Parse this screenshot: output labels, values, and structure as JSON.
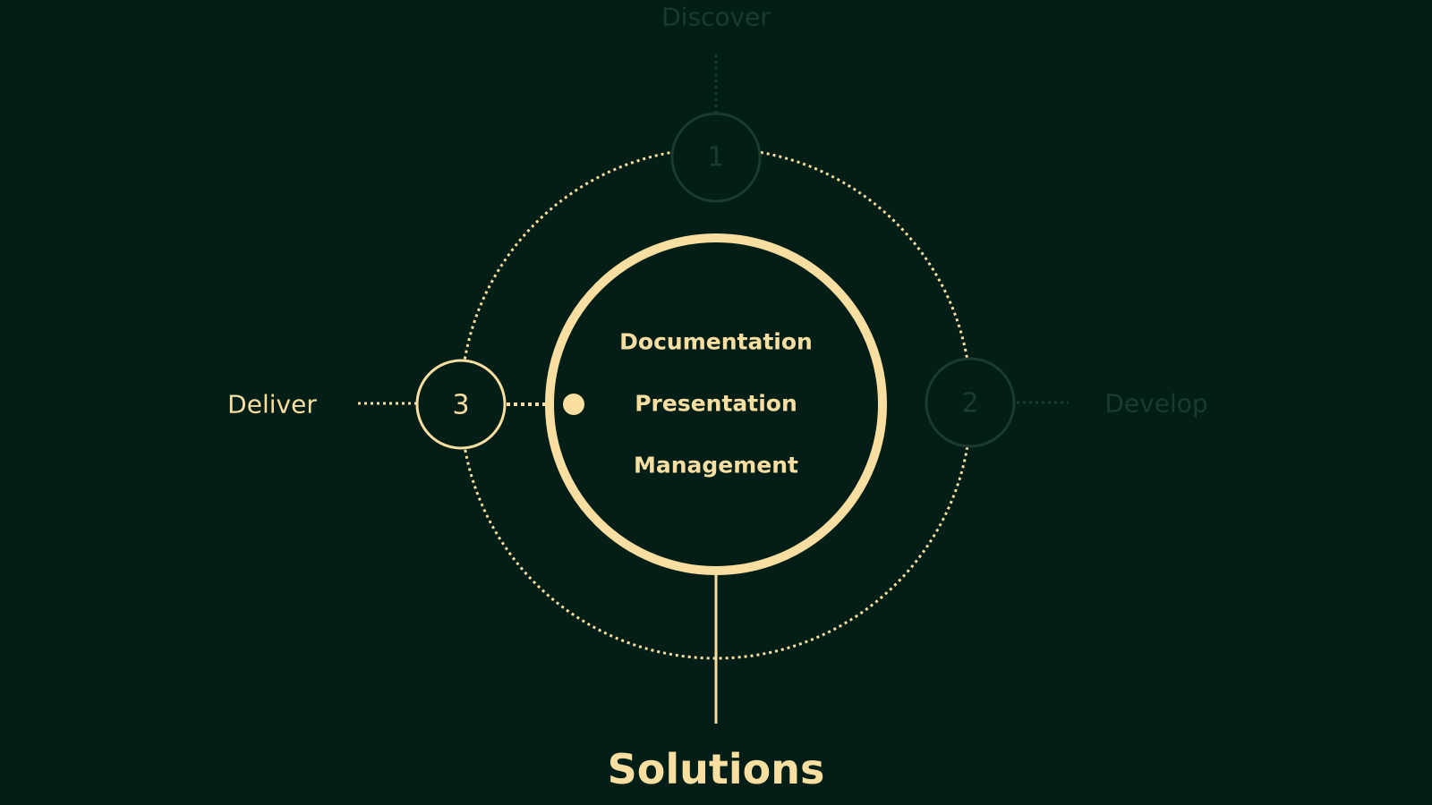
{
  "colors": {
    "background": "#031e16",
    "accent": "#f8dea0",
    "inactive": "#1d3a2e"
  },
  "stages": [
    {
      "number": "1",
      "label": "Discover",
      "state": "inactive"
    },
    {
      "number": "2",
      "label": "Develop",
      "state": "inactive"
    },
    {
      "number": "3",
      "label": "Deliver",
      "state": "active"
    }
  ],
  "center": {
    "items": [
      "Documentation",
      "Presentation",
      "Management"
    ]
  },
  "title": "Solutions"
}
